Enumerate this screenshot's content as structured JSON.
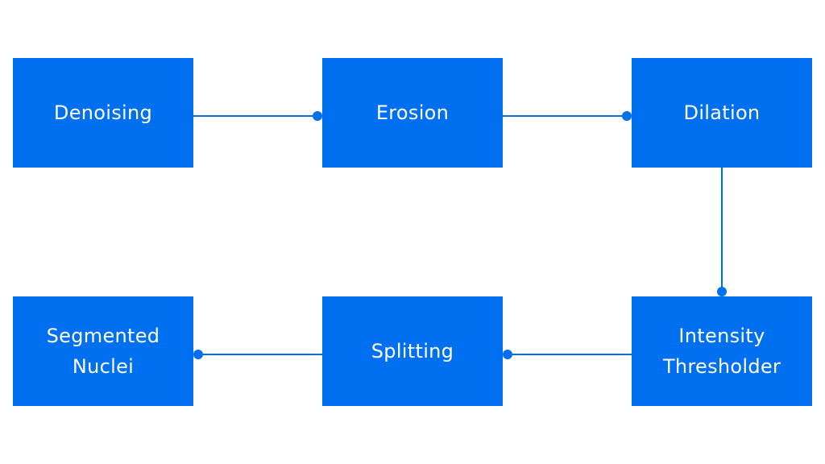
{
  "colors": {
    "node_fill": "#0070f0",
    "node_text": "#ffffff",
    "connector": "#0070f0",
    "background": "#ffffff"
  },
  "nodes": {
    "denoising": {
      "label": "Denoising"
    },
    "erosion": {
      "label": "Erosion"
    },
    "dilation": {
      "label": "Dilation"
    },
    "threshold": {
      "line1": "Intensity",
      "line2": "Thresholder"
    },
    "splitting": {
      "label": "Splitting"
    },
    "segmented": {
      "line1": "Segmented",
      "line2": "Nuclei"
    }
  },
  "edges": [
    {
      "from": "denoising",
      "to": "erosion"
    },
    {
      "from": "erosion",
      "to": "dilation"
    },
    {
      "from": "dilation",
      "to": "threshold"
    },
    {
      "from": "threshold",
      "to": "splitting"
    },
    {
      "from": "splitting",
      "to": "segmented"
    }
  ]
}
